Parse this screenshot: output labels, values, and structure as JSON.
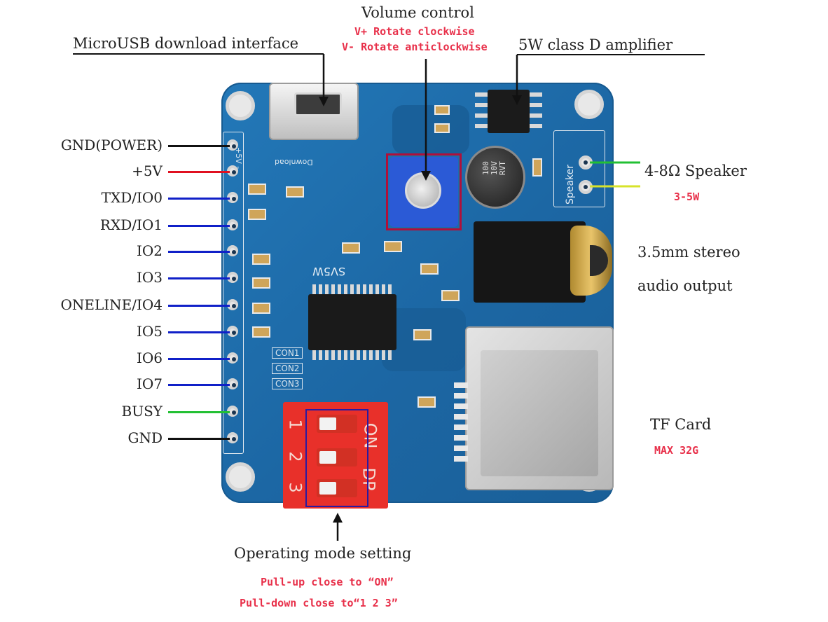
{
  "callouts": {
    "microusb": "MicroUSB download interface",
    "volume_title": "Volume control",
    "volume_up": "V+ Rotate clockwise",
    "volume_down": "V- Rotate anticlockwise",
    "amplifier": "5W class D amplifier",
    "speaker_title": "4-8Ω Speaker",
    "speaker_power": "3-5W",
    "audio_line1": "3.5mm stereo",
    "audio_line2": "audio output",
    "tf_title": "TF Card",
    "tf_max": "MAX 32G",
    "mode_title": "Operating mode setting",
    "mode_pullup": "Pull-up close to “ON”",
    "mode_pulldown": "Pull-down close to“1 2 3”"
  },
  "pins": [
    {
      "label": "GND(POWER)",
      "color": "#111111"
    },
    {
      "label": "+5V",
      "color": "#e01020"
    },
    {
      "label": "TXD/IO0",
      "color": "#1020c8"
    },
    {
      "label": "RXD/IO1",
      "color": "#1020c8"
    },
    {
      "label": "IO2",
      "color": "#1020c8"
    },
    {
      "label": "IO3",
      "color": "#1020c8"
    },
    {
      "label": "ONELINE/IO4",
      "color": "#1020c8"
    },
    {
      "label": "IO5",
      "color": "#1020c8"
    },
    {
      "label": "IO6",
      "color": "#1020c8"
    },
    {
      "label": "IO7",
      "color": "#1020c8"
    },
    {
      "label": "BUSY",
      "color": "#22c033"
    },
    {
      "label": "GND",
      "color": "#111111"
    }
  ],
  "board": {
    "chip_label": "SV5W",
    "silk_con1": "CON1",
    "silk_con2": "CON2",
    "silk_con3": "CON3",
    "usb_silk": "Download",
    "power_silk": "+5V  -",
    "speaker_silk": "Speaker",
    "cap_line1": "100",
    "cap_line2": "10V",
    "cap_line3": "RVT",
    "dip_on": "ON",
    "dip_dp": "DP",
    "dip_1": "1",
    "dip_2": "2",
    "dip_3": "3"
  },
  "colors": {
    "board": "#1f6fae",
    "callout_red": "#e8304a",
    "highlight_box": "#b0103a",
    "mode_box": "#2a1aa0",
    "speaker_wire_plus": "#22c033",
    "speaker_wire_minus": "#d7e32a"
  }
}
